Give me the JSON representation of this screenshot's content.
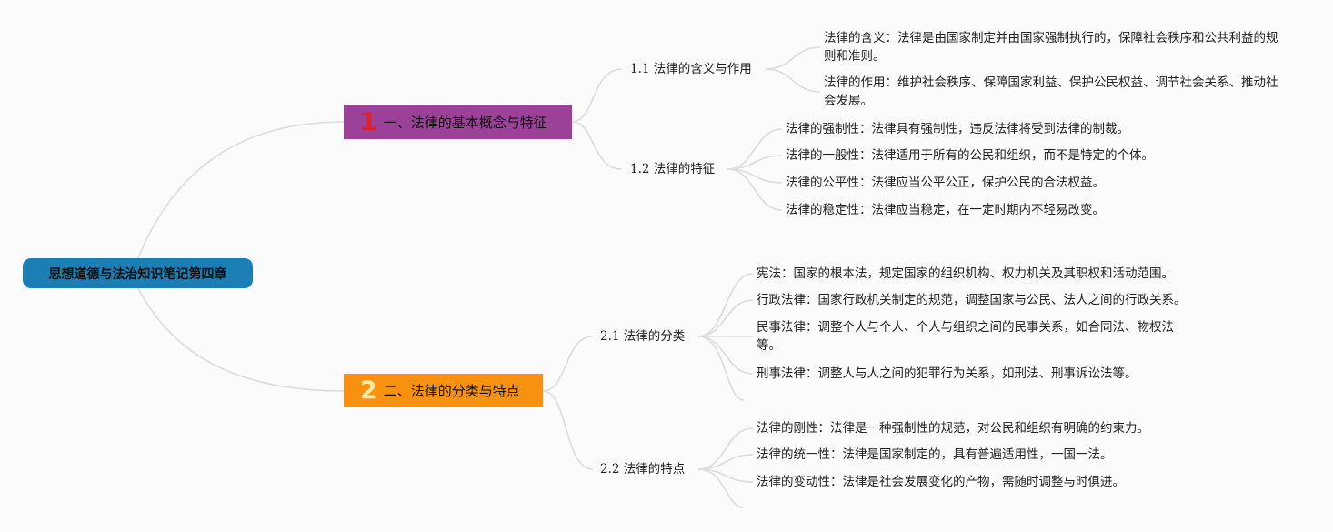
{
  "mindmap": {
    "root": "思想道德与法治知识笔记第四章",
    "branches": [
      {
        "number": "1",
        "title": "一、法律的基本概念与特征",
        "color": "#9c4198",
        "number_color": "#e01f2a",
        "subtopics": [
          {
            "title": "1.1 法律的含义与作用",
            "items": [
              "法律的含义：法律是由国家制定并由国家强制执行的，保障社会秩序和公共利益的规则和准则。",
              "法律的作用：维护社会秩序、保障国家利益、保护公民权益、调节社会关系、推动社会发展。"
            ]
          },
          {
            "title": "1.2 法律的特征",
            "items": [
              "法律的强制性：法律具有强制性，违反法律将受到法律的制裁。",
              "法律的一般性：法律适用于所有的公民和组织，而不是特定的个体。",
              "法律的公平性：法律应当公平公正，保护公民的合法权益。",
              "法律的稳定性：法律应当稳定，在一定时期内不轻易改变。"
            ]
          }
        ]
      },
      {
        "number": "2",
        "title": "二、法律的分类与特点",
        "color": "#f7910f",
        "number_color": "#fde9a8",
        "subtopics": [
          {
            "title": "2.1 法律的分类",
            "items": [
              "宪法：国家的根本法，规定国家的组织机构、权力机关及其职权和活动范围。",
              "行政法律：国家行政机关制定的规范，调整国家与公民、法人之间的行政关系。",
              "民事法律：调整个人与个人、个人与组织之间的民事关系，如合同法、物权法等。",
              "刑事法律：调整人与人之间的犯罪行为关系，如刑法、刑事诉讼法等。"
            ]
          },
          {
            "title": "2.2 法律的特点",
            "items": [
              "法律的刚性：法律是一种强制性的规范，对公民和组织有明确的约束力。",
              "法律的统一性：法律是国家制定的，具有普遍适用性，一国一法。",
              "法律的变动性：法律是社会发展变化的产物，需随时调整与时俱进。"
            ]
          }
        ]
      }
    ]
  }
}
